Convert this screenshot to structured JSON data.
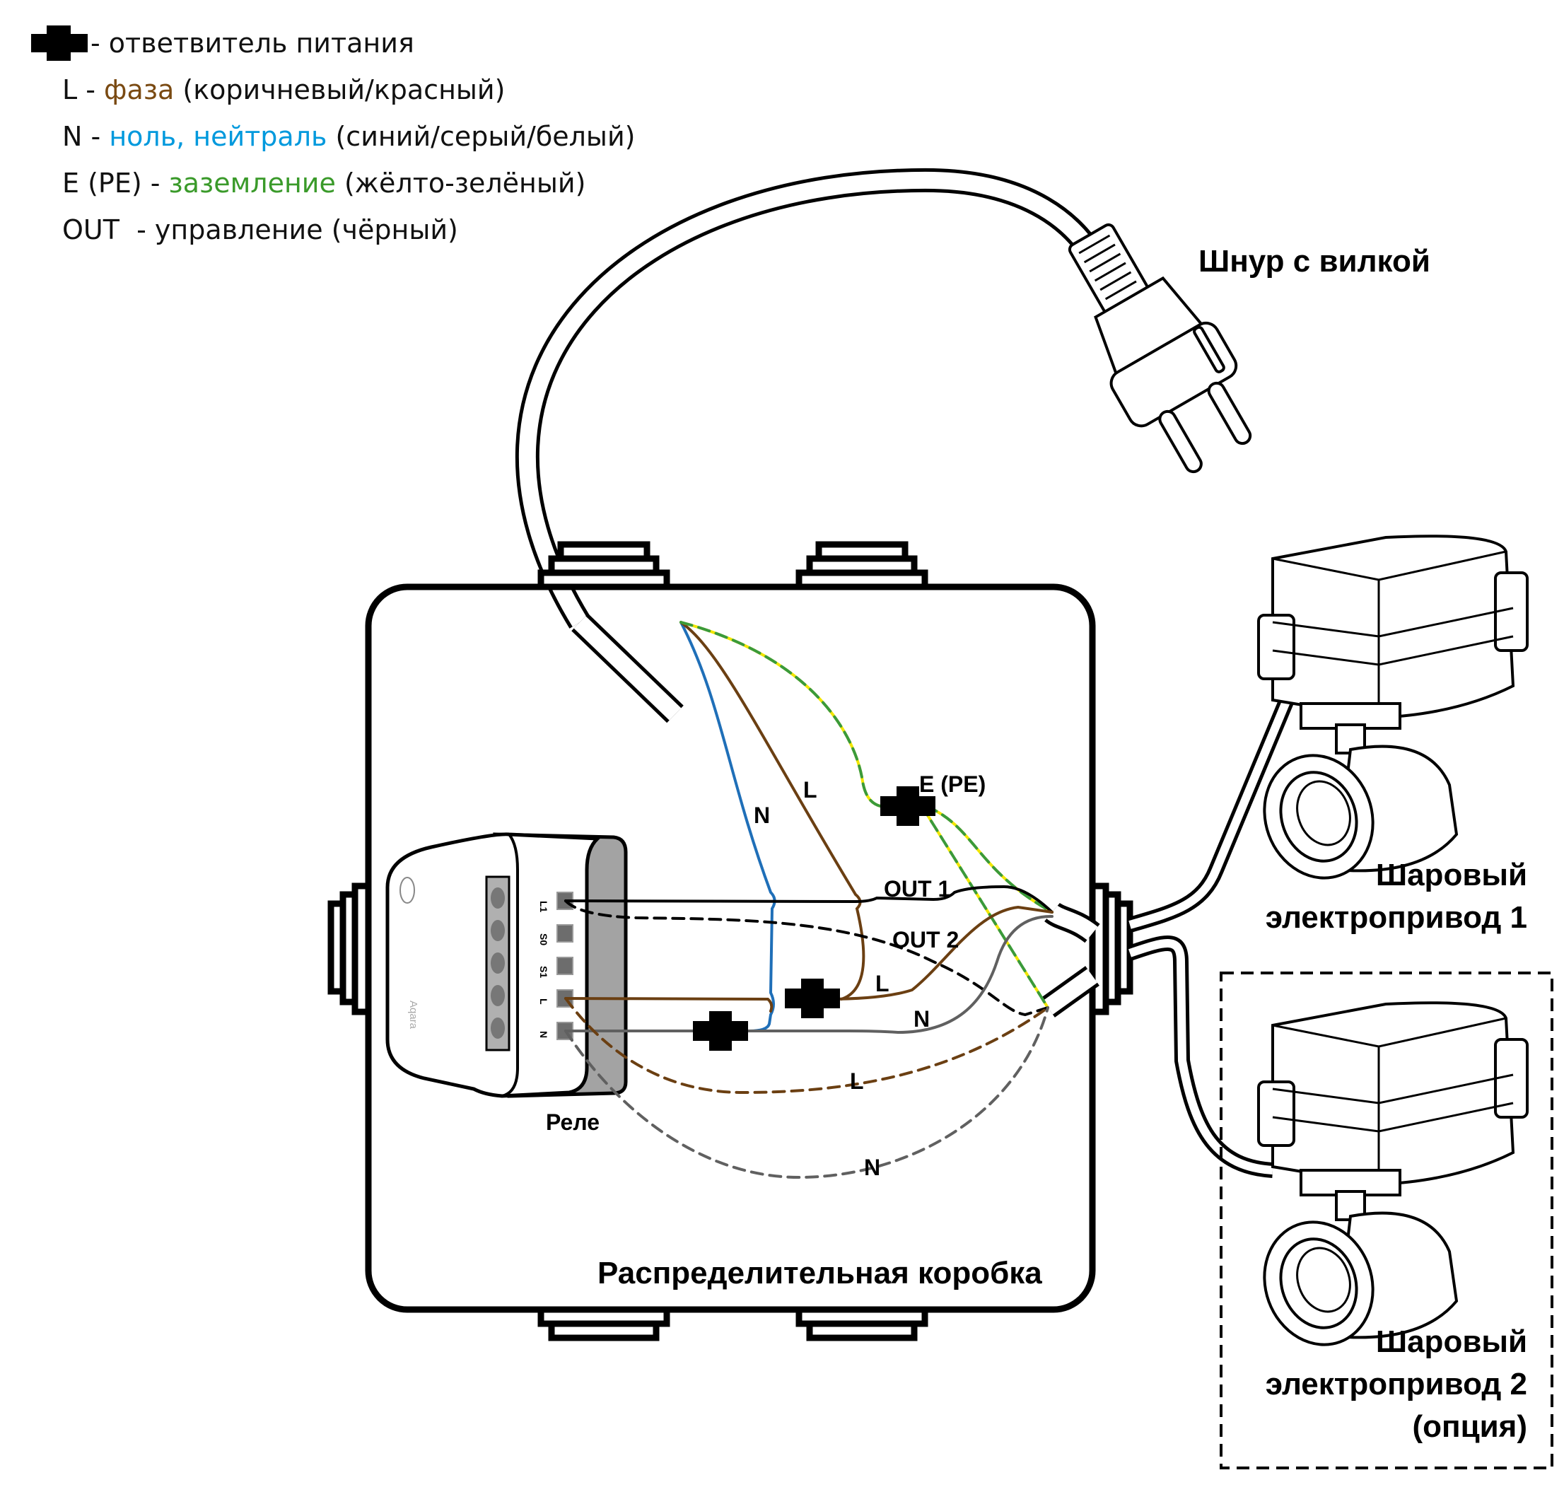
{
  "legend": {
    "connector": {
      "icon": "splice-connector-icon",
      "text": "- ответвитель питания"
    },
    "items": [
      {
        "key": "L",
        "sep": " - ",
        "name": "фаза",
        "desc": " (коричневый/красный)",
        "color": "#7a4a12"
      },
      {
        "key": "N",
        "sep": " - ",
        "name": "ноль, нейтраль",
        "desc": " (синий/серый/белый)",
        "color": "#0099dd"
      },
      {
        "key": "E (PE)",
        "sep": " - ",
        "name": "заземление",
        "desc": " (жёлто-зелёный)",
        "color": "#2e9a3a"
      },
      {
        "key": "OUT",
        "sep": "  - ",
        "name": "управление",
        "desc": " (чёрный)",
        "color": "#111111"
      }
    ]
  },
  "labels": {
    "plug": "Шнур с вилкой",
    "relay": "Реле",
    "relay_brand": "Aqara",
    "box": "Распределительная коробка",
    "valve1_line1": "Шаровый",
    "valve1_line2": "электропривод 1",
    "valve2_line1": "Шаровый",
    "valve2_line2": "электропривод 2",
    "valve2_line3": "(опция)"
  },
  "wire_labels": {
    "n_in": "N",
    "l_in": "L",
    "pe": "E (PE)",
    "out1": "OUT 1",
    "out2": "OUT 2",
    "l_out": "L",
    "n_out": "N",
    "l_opt": "L",
    "n_opt": "N"
  },
  "relay_terminals": [
    "L1",
    "S0",
    "S1",
    "L",
    "N"
  ],
  "colors": {
    "phase": "#6b3f12",
    "neutral_in": "#1f6fb8",
    "neutral_out": "#606060",
    "ground_yellow": "#f2e600",
    "ground_green": "#3a9a3a",
    "control": "#000000",
    "relay_side": "#a3a3a3",
    "terminal": "#6d6d6d"
  }
}
